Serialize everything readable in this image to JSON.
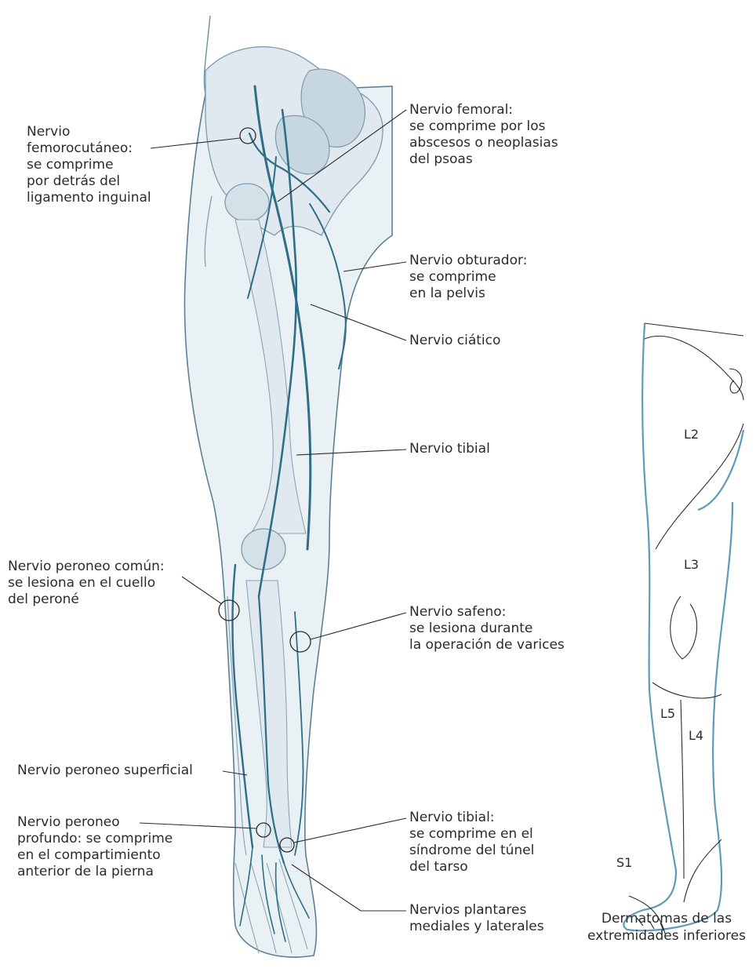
{
  "labels": {
    "femorocutaneo": [
      "Nervio",
      "femorocutáneo:",
      "se comprime",
      "por detrás del",
      "ligamento inguinal"
    ],
    "femoral": [
      "Nervio femoral:",
      "se comprime por los",
      "abscesos o neoplasias",
      "del psoas"
    ],
    "obturador": [
      "Nervio obturador:",
      "se comprime",
      "en la pelvis"
    ],
    "ciatico": [
      "Nervio ciático"
    ],
    "tibial": [
      "Nervio tibial"
    ],
    "peroneo_comun": [
      "Nervio peroneo común:",
      "se lesiona en el cuello",
      "del peroné"
    ],
    "safeno": [
      "Nervio safeno:",
      "se lesiona durante",
      "la operación de varices"
    ],
    "peroneo_superficial": [
      "Nervio peroneo superficial"
    ],
    "peroneo_profundo": [
      "Nervio peroneo",
      "profundo: se comprime",
      "en el compartimiento",
      "anterior de la pierna"
    ],
    "tibial_tarso": [
      "Nervio tibial:",
      "se comprime en el",
      "síndrome del túnel",
      "del tarso"
    ],
    "plantares": [
      "Nervios plantares",
      "mediales y laterales"
    ]
  },
  "dermatomes": {
    "l2": "L2",
    "l3": "L3",
    "l4": "L4",
    "l5": "L5",
    "s1": "S1"
  },
  "caption": [
    "Dermatomas de las",
    "extremidades inferiores"
  ],
  "colors": {
    "nerve": "#2f6e86",
    "bone": "#9fb6c4",
    "leg_fill": "#e9f1f5",
    "leader": "#2b2b2b",
    "derm_outline": "#5f9ab8"
  }
}
